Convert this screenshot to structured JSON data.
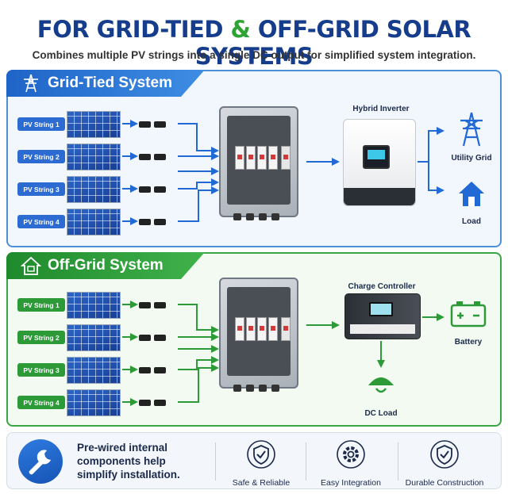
{
  "header": {
    "title_part1": "FOR GRID-TIED ",
    "title_amp": "&",
    "title_part2": " OFF-GRID SOLAR SYSTEMS",
    "subtitle": "Combines multiple PV strings into a single DC output for simplified system integration."
  },
  "grid_tied": {
    "title": "Grid-Tied System",
    "pv_strings": [
      "PV String 1",
      "PV String 2",
      "PV String 3",
      "PV String 4"
    ],
    "device_label": "Hybrid Inverter",
    "outputs": [
      "Utility Grid",
      "Load"
    ]
  },
  "off_grid": {
    "title": "Off-Grid System",
    "pv_strings": [
      "PV String 1",
      "PV String 2",
      "PV String 3",
      "PV String 4"
    ],
    "device_label": "Charge Controller",
    "outputs": [
      "Battery",
      "DC Load"
    ]
  },
  "footer": {
    "prewired_line1": "Pre-wired internal",
    "prewired_line2": "components help",
    "prewired_line3": "simplify installation.",
    "features": [
      "Safe & Reliable",
      "Easy Integration",
      "Durable Construction"
    ]
  },
  "colors": {
    "blue": "#2c6bd1",
    "green": "#2d9a38",
    "navy": "#163d8c"
  }
}
